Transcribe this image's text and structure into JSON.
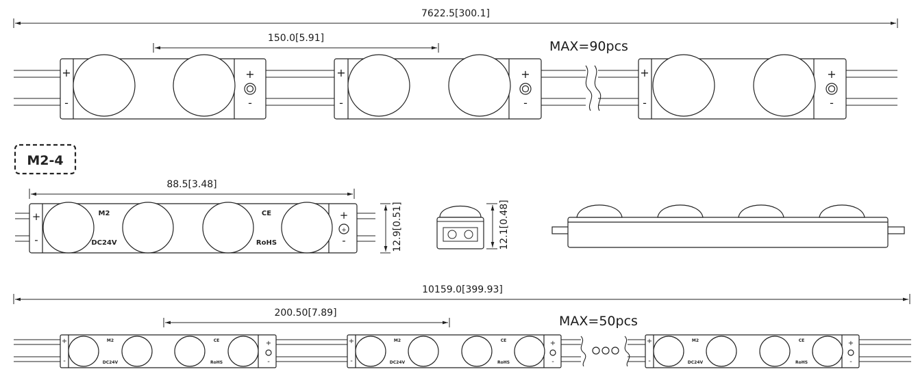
{
  "top_row": {
    "total_length": "7622.5[300.1]",
    "pitch": "150.0[5.91]",
    "max_qty": "MAX=90pcs"
  },
  "model": {
    "label": "M2-4",
    "length": "88.5[3.48]",
    "height": "12.9[0.51]",
    "side_height": "12.1[0.48]",
    "module_text": "M2",
    "voltage": "DC24V",
    "ce_mark": "CE",
    "rohs_mark": "RoHS"
  },
  "bottom_row": {
    "total_length": "10159.0[399.93]",
    "pitch": "200.50[7.89]",
    "max_qty": "MAX=50pcs"
  },
  "symbols": {
    "plus": "+",
    "minus": "-"
  }
}
